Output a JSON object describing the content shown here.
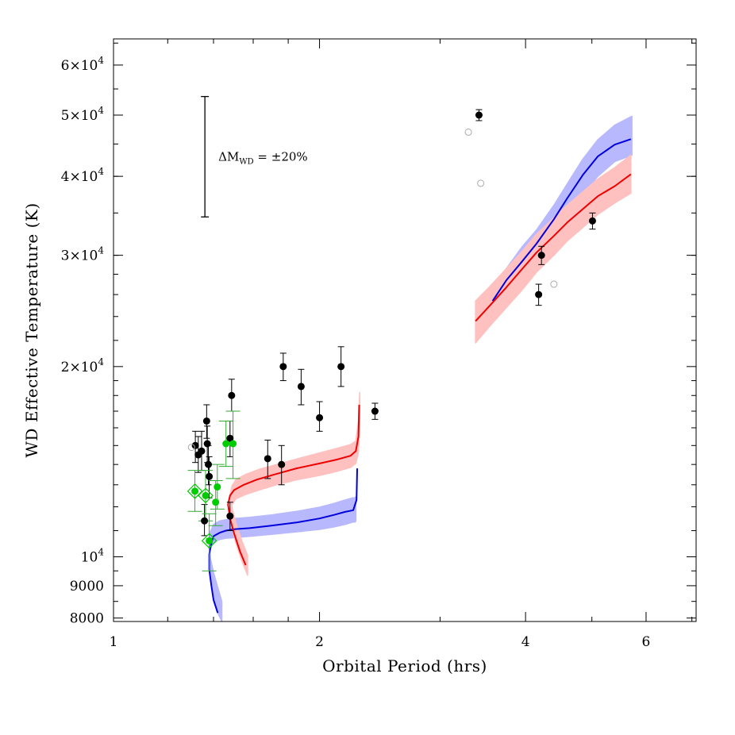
{
  "chart_data": {
    "type": "scatter",
    "xlabel": "Orbital Period (hrs)",
    "ylabel": "WD Effective Temperature (K)",
    "x_scale": "log",
    "y_scale": "log",
    "xlim": [
      1,
      7.1
    ],
    "ylim": [
      7900,
      66000
    ],
    "grid": false,
    "x_ticks": [
      {
        "value": 1,
        "label": "1"
      },
      {
        "value": 2,
        "label": "2"
      },
      {
        "value": 4,
        "label": "4"
      },
      {
        "value": 6,
        "label": "6"
      }
    ],
    "y_ticks": [
      {
        "value": 8000,
        "label": "8000"
      },
      {
        "value": 9000,
        "label": "9000"
      },
      {
        "value": 10000,
        "base": "10",
        "exp": "4"
      },
      {
        "value": 20000,
        "base": "2×10",
        "exp": "4"
      },
      {
        "value": 30000,
        "base": "3×10",
        "exp": "4"
      },
      {
        "value": 40000,
        "base": "4×10",
        "exp": "4"
      },
      {
        "value": 50000,
        "base": "5×10",
        "exp": "4"
      },
      {
        "value": 60000,
        "base": "6×10",
        "exp": "4"
      }
    ],
    "annotation": {
      "prefix": "ΔM",
      "subscript": "WD",
      "suffix": " = ±20%",
      "x": 1.36,
      "y_range": [
        34500,
        53500
      ]
    },
    "colors": {
      "blue": "#0000dd",
      "blue_band": "#b8b8ff",
      "red": "#ee0000",
      "red_band": "#ffc0c0",
      "green": "#00cc00",
      "green_err": "#33aa33",
      "black": "#000000",
      "open": "#aaaaaa"
    },
    "series": [
      {
        "color": "blue",
        "type": "line",
        "x": [
          1.42,
          1.4,
          1.39,
          1.38,
          1.38,
          1.39,
          1.4,
          1.43,
          1.46,
          1.5,
          1.58,
          1.7,
          1.85,
          2.0,
          2.1,
          2.18,
          2.24,
          2.265,
          2.27
        ],
        "y": [
          8150,
          8550,
          9000,
          9550,
          10100,
          10500,
          10780,
          10920,
          11000,
          11060,
          11100,
          11200,
          11330,
          11500,
          11650,
          11780,
          11850,
          12300,
          13800
        ],
        "band_x": [
          1.44,
          1.42,
          1.4,
          1.385,
          1.38,
          1.385,
          1.4,
          1.43,
          1.46,
          1.5,
          1.58,
          1.7,
          1.85,
          2.0,
          2.1,
          2.18,
          2.24,
          2.255,
          2.26
        ],
        "band_lo": [
          7900,
          8150,
          8550,
          9200,
          9900,
          10300,
          10550,
          10650,
          10700,
          10720,
          10770,
          10850,
          10950,
          11050,
          11150,
          11250,
          11350,
          11350,
          11400
        ],
        "band_hi": [
          8500,
          8950,
          9450,
          9950,
          10450,
          10950,
          11250,
          11400,
          11450,
          11500,
          11550,
          11650,
          11800,
          11980,
          12150,
          12300,
          12400,
          12400,
          12450
        ]
      },
      {
        "color": "red",
        "type": "line",
        "x": [
          1.56,
          1.53,
          1.5,
          1.48,
          1.47,
          1.48,
          1.5,
          1.55,
          1.62,
          1.72,
          1.85,
          2.0,
          2.12,
          2.22,
          2.26,
          2.28,
          2.285
        ],
        "y": [
          9700,
          10200,
          10900,
          11500,
          12100,
          12500,
          12750,
          13000,
          13250,
          13500,
          13800,
          14050,
          14250,
          14450,
          14700,
          15500,
          17400
        ],
        "band_x": [
          1.57,
          1.54,
          1.51,
          1.49,
          1.48,
          1.49,
          1.51,
          1.56,
          1.63,
          1.73,
          1.86,
          2.0,
          2.12,
          2.22,
          2.26,
          2.28,
          2.29
        ],
        "band_lo": [
          9350,
          9850,
          10500,
          11100,
          11700,
          12100,
          12350,
          12550,
          12750,
          13000,
          13250,
          13450,
          13650,
          13850,
          14050,
          14650,
          16500
        ],
        "band_hi": [
          10050,
          10600,
          11300,
          11950,
          12550,
          12950,
          13250,
          13500,
          13750,
          14000,
          14300,
          14600,
          14850,
          15050,
          15250,
          16400,
          18200
        ]
      },
      {
        "color": "blue",
        "type": "line",
        "x": [
          3.58,
          3.75,
          3.95,
          4.15,
          4.4,
          4.6,
          4.85,
          5.1,
          5.4,
          5.7
        ],
        "y": [
          25400,
          27400,
          29300,
          31300,
          34200,
          36900,
          40200,
          43000,
          44900,
          45800
        ],
        "band_x": [
          3.56,
          3.75,
          3.95,
          4.15,
          4.4,
          4.6,
          4.85,
          5.1,
          5.4,
          5.72
        ],
        "band_lo": [
          23800,
          25600,
          27600,
          29400,
          32000,
          34500,
          37400,
          40000,
          42200,
          43200
        ],
        "band_hi": [
          26200,
          28600,
          30900,
          32900,
          36000,
          38900,
          42600,
          45700,
          48200,
          49800
        ]
      },
      {
        "color": "red",
        "type": "line",
        "x": [
          3.38,
          3.55,
          3.75,
          3.95,
          4.15,
          4.4,
          4.6,
          4.85,
          5.1,
          5.4,
          5.7
        ],
        "y": [
          23600,
          25000,
          26700,
          28500,
          30300,
          32200,
          33800,
          35500,
          37200,
          38600,
          40300
        ],
        "band_x": [
          3.38,
          3.55,
          3.75,
          3.95,
          4.15,
          4.4,
          4.6,
          4.85,
          5.1,
          5.4,
          5.7
        ],
        "band_lo": [
          21800,
          23200,
          24800,
          26400,
          28200,
          30000,
          31600,
          33200,
          34800,
          36300,
          37600
        ],
        "band_hi": [
          25400,
          26800,
          28600,
          30400,
          32400,
          34400,
          36000,
          37800,
          39600,
          41300,
          43200
        ]
      },
      {
        "color": "black",
        "type": "points",
        "points": [
          {
            "x": 1.317,
            "y": 15000,
            "lo": 14100,
            "hi": 15800
          },
          {
            "x": 1.33,
            "y": 14500,
            "lo": 13600,
            "hi": 15500
          },
          {
            "x": 1.345,
            "y": 14700,
            "lo": 13700,
            "hi": 15800
          },
          {
            "x": 1.358,
            "y": 11400,
            "lo": 10800,
            "hi": 12100
          },
          {
            "x": 1.368,
            "y": 16400,
            "lo": 15400,
            "hi": 17400
          },
          {
            "x": 1.371,
            "y": 15100,
            "lo": 14100,
            "hi": 16100
          },
          {
            "x": 1.376,
            "y": 14000,
            "lo": 13000,
            "hi": 15000
          },
          {
            "x": 1.38,
            "y": 13400,
            "lo": 12400,
            "hi": 14400
          },
          {
            "x": 1.48,
            "y": 15400,
            "lo": 14400,
            "hi": 16400
          },
          {
            "x": 1.48,
            "y": 11600,
            "lo": 11000,
            "hi": 12200
          },
          {
            "x": 1.488,
            "y": 18000,
            "lo": 17000,
            "hi": 19100
          },
          {
            "x": 1.68,
            "y": 14300,
            "lo": 13300,
            "hi": 15300
          },
          {
            "x": 1.76,
            "y": 14000,
            "lo": 13000,
            "hi": 15000
          },
          {
            "x": 1.77,
            "y": 20000,
            "lo": 19000,
            "hi": 21000
          },
          {
            "x": 1.88,
            "y": 18600,
            "lo": 17400,
            "hi": 19800
          },
          {
            "x": 2.0,
            "y": 16600,
            "lo": 15800,
            "hi": 17600
          },
          {
            "x": 2.15,
            "y": 20000,
            "lo": 18600,
            "hi": 21500
          },
          {
            "x": 2.41,
            "y": 17000,
            "lo": 16500,
            "hi": 17500
          },
          {
            "x": 3.42,
            "y": 50000,
            "lo": 49000,
            "hi": 51000
          },
          {
            "x": 4.18,
            "y": 26000,
            "lo": 25000,
            "hi": 27000
          },
          {
            "x": 4.22,
            "y": 30000,
            "lo": 29000,
            "hi": 31000
          },
          {
            "x": 5.01,
            "y": 34000,
            "lo": 33000,
            "hi": 35000
          }
        ]
      },
      {
        "color": "green",
        "type": "points",
        "points": [
          {
            "x": 1.315,
            "y": 12700,
            "lo": 11800,
            "hi": 13700,
            "diamond": true
          },
          {
            "x": 1.363,
            "y": 12500,
            "lo": 11400,
            "hi": 13700,
            "diamond": true
          },
          {
            "x": 1.38,
            "y": 10600,
            "lo": 9500,
            "hi": 11700,
            "diamond": true
          },
          {
            "x": 1.41,
            "y": 12200,
            "lo": 11200,
            "hi": 13200
          },
          {
            "x": 1.418,
            "y": 12900,
            "lo": 11900,
            "hi": 14000
          },
          {
            "x": 1.46,
            "y": 15100,
            "lo": 13900,
            "hi": 16400
          },
          {
            "x": 1.495,
            "y": 15100,
            "lo": 13300,
            "hi": 17000
          }
        ]
      },
      {
        "color": "open",
        "type": "points",
        "points": [
          {
            "x": 1.3,
            "y": 14900
          },
          {
            "x": 3.3,
            "y": 47000
          },
          {
            "x": 3.44,
            "y": 39000
          },
          {
            "x": 4.4,
            "y": 27000
          }
        ]
      }
    ]
  }
}
